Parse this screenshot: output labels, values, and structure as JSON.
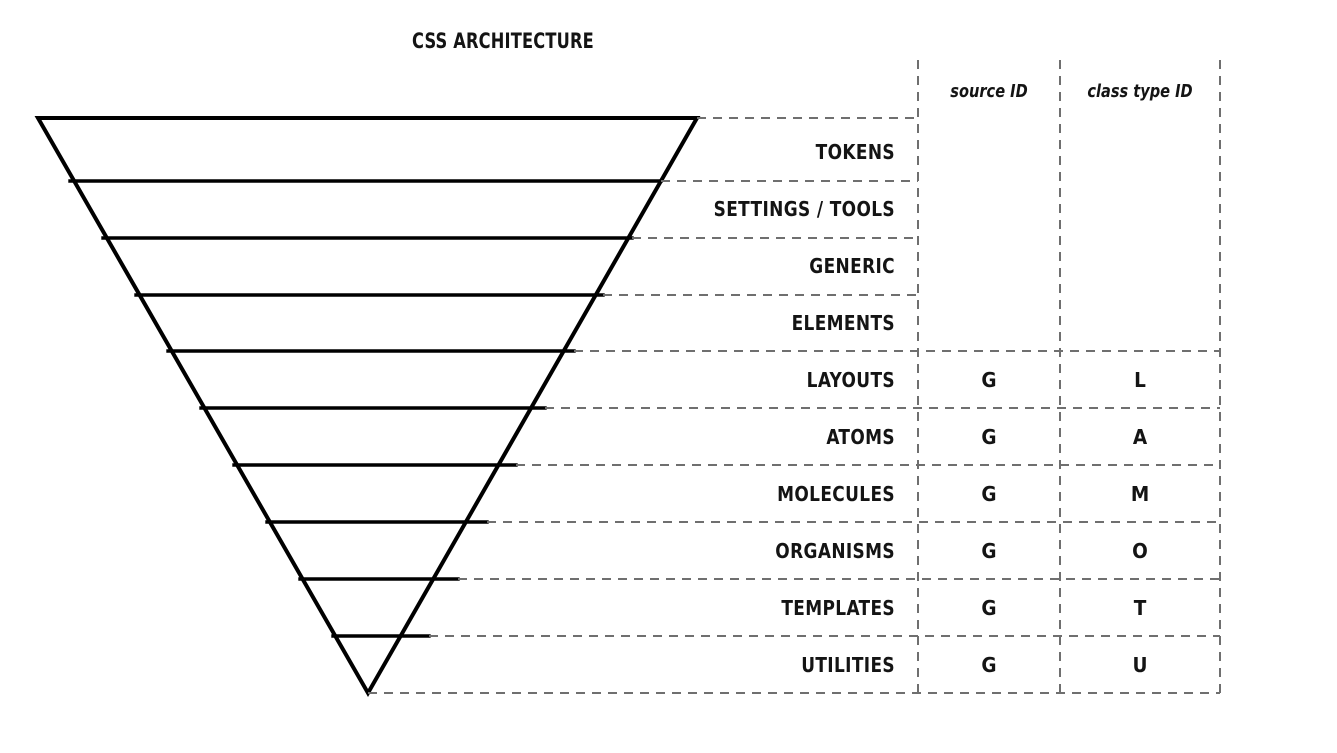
{
  "title": "CSS ARCHITECTURE",
  "table": {
    "columns": [
      {
        "key": "source_id",
        "label": "source ID"
      },
      {
        "key": "class_type_id",
        "label": "class type ID"
      }
    ],
    "rows": [
      {
        "label": "TOKENS",
        "source_id": "",
        "class_type_id": ""
      },
      {
        "label": "SETTINGS / TOOLS",
        "source_id": "",
        "class_type_id": ""
      },
      {
        "label": "GENERIC",
        "source_id": "",
        "class_type_id": ""
      },
      {
        "label": "ELEMENTS",
        "source_id": "",
        "class_type_id": ""
      },
      {
        "label": "LAYOUTS",
        "source_id": "G",
        "class_type_id": "L"
      },
      {
        "label": "ATOMS",
        "source_id": "G",
        "class_type_id": "A"
      },
      {
        "label": "MOLECULES",
        "source_id": "G",
        "class_type_id": "M"
      },
      {
        "label": "ORGANISMS",
        "source_id": "G",
        "class_type_id": "O"
      },
      {
        "label": "TEMPLATES",
        "source_id": "G",
        "class_type_id": "T"
      },
      {
        "label": "UTILITIES",
        "source_id": "G",
        "class_type_id": "U"
      }
    ]
  },
  "funnel": {
    "shape": "inverted-triangle",
    "layer_count": 10,
    "stroke_color": "#000000"
  },
  "colors": {
    "ink": "#111111",
    "rule": "#6f6f6f",
    "background": "#ffffff"
  }
}
